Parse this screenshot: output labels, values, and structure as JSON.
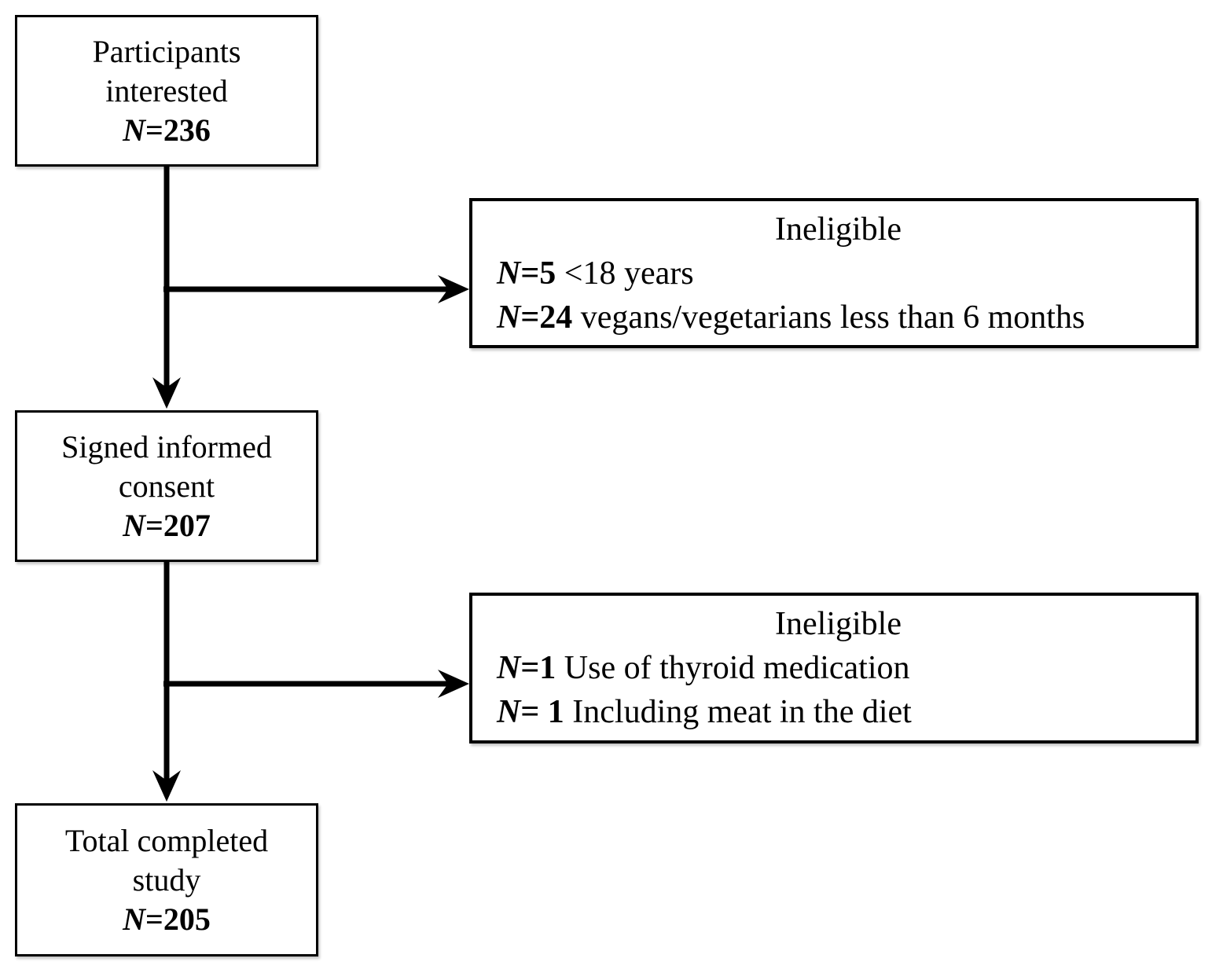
{
  "diagram": {
    "boxes": {
      "interested": {
        "line1": "Participants",
        "line2": "interested",
        "n": "N",
        "count": "=236"
      },
      "ineligible_screening": {
        "title": "Ineligible",
        "items": [
          {
            "n": "N",
            "eq": "=5",
            "text": " <18 years"
          },
          {
            "n": "N",
            "eq": "=24",
            "text": " vegans/vegetarians less than 6 months"
          }
        ]
      },
      "consent": {
        "line1": "Signed informed",
        "line2": "consent",
        "n": "N",
        "count": "=207"
      },
      "ineligible_enrolled": {
        "title": "Ineligible",
        "items": [
          {
            "n": "N",
            "eq": "=1",
            "text": " Use of thyroid medication"
          },
          {
            "n": "N",
            "eq": "= 1",
            "text": " Including meat in the diet"
          }
        ]
      },
      "completed": {
        "line1": "Total completed",
        "line2": "study",
        "n": "N",
        "count": "=205"
      }
    },
    "colors": {
      "ink": "#000000",
      "background": "#ffffff"
    }
  }
}
